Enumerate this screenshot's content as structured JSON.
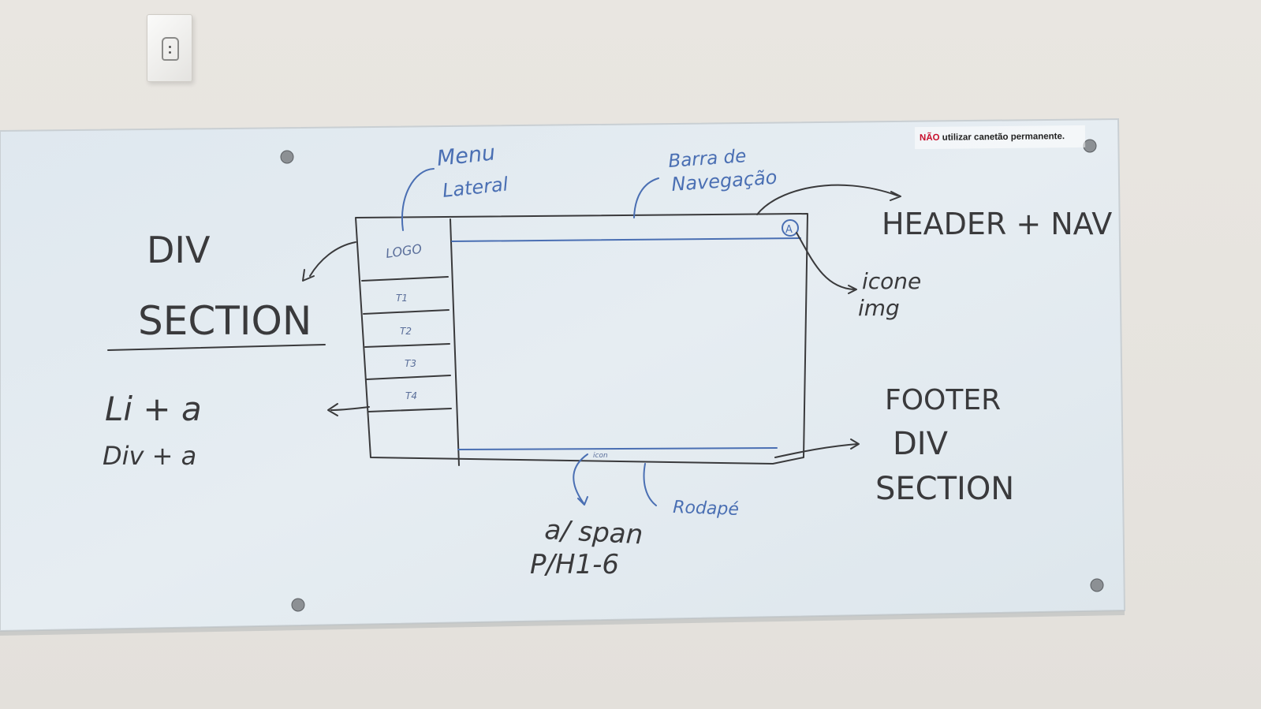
{
  "notice": {
    "emphasis": "NÃO",
    "text": " utilizar canetão permanente."
  },
  "sketch": {
    "logo": "LOGO",
    "menu_items": [
      "T1",
      "T2",
      "T3",
      "T4"
    ],
    "small_label": "icon",
    "avatar_letter": "A"
  },
  "annotations": {
    "menu_lateral_1": "Menu",
    "menu_lateral_2": "Lateral",
    "barra_1": "Barra de",
    "barra_2": "Navegação",
    "header_nav": "HEADER + NAV",
    "icone": "icone",
    "img": "img",
    "div_1": "DIV",
    "section_1": "SECTION",
    "li_a": "Li + a",
    "div_a": "Div + a",
    "footer": "FOOTER",
    "div_2": "DIV",
    "section_2": "SECTION",
    "rodape": "Rodapé",
    "a_span": "a/ span",
    "p_h": "P/H1-6"
  },
  "colors": {
    "wall": "#e8e5e0",
    "board": "#e2eaf0",
    "black_marker": "#3a3a3c",
    "blue_marker": "#4a6fb3"
  }
}
